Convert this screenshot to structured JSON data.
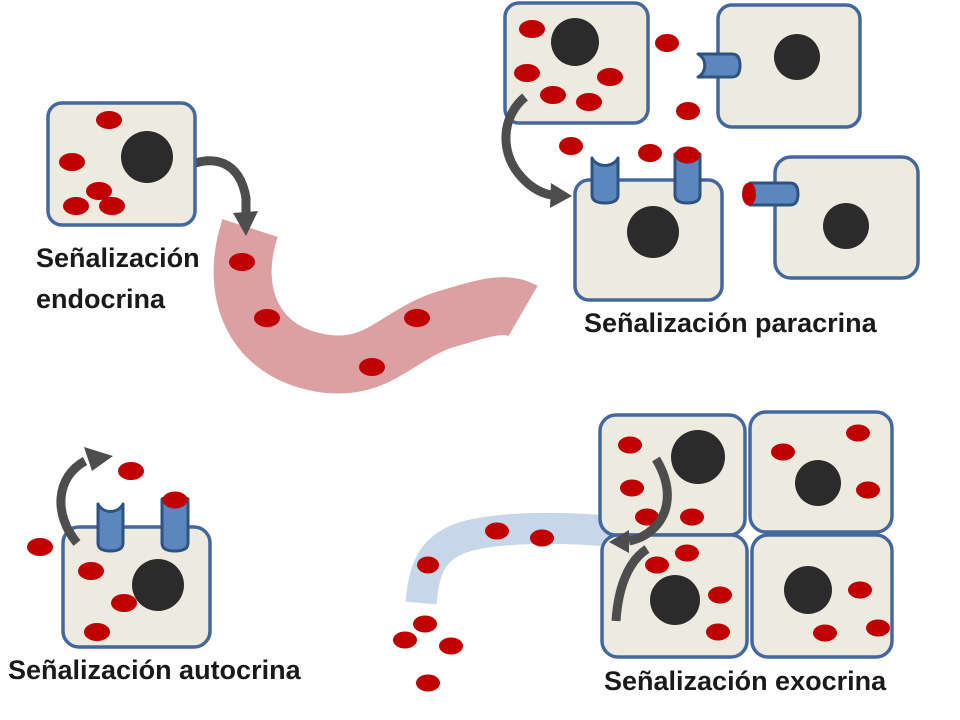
{
  "labels": {
    "endocrine": "Señalización\nendocrina",
    "paracrine": "Señalización paracrina",
    "autocrine": "Señalización autocrina",
    "exocrine": "Señalización exocrina"
  },
  "colors": {
    "background": "#FFFFFF",
    "cell_fill": "#EDEBE0",
    "cell_border": "#44689D",
    "nucleus": "#2B2B2B",
    "signal_molecule_red": "#C00000",
    "arrow_gray": "#4D4D4D",
    "blood_vessel_pink": "#DC9FA2",
    "duct_blue": "#C7D6E9",
    "receptor_fill": "#5C87BE",
    "receptor_border": "#2F5380"
  },
  "panels": [
    {
      "id": "endocrine",
      "label": "Señalización endocrina",
      "depicts": "secreting cell releasing red signal molecules via arrow into a pink blood vessel",
      "molecules_in_cell": 5,
      "molecules_in_vessel": 4
    },
    {
      "id": "paracrine",
      "label": "Señalización paracrina",
      "depicts": "secreting cell releasing molecules to nearby cells bearing blue receptors",
      "molecules_in_cell": 5,
      "molecules_floating": 4,
      "receptors": 4
    },
    {
      "id": "autocrine",
      "label": "Señalización autocrina",
      "depicts": "cell whose secreted molecules loop back onto its own surface receptors",
      "molecules_in_cell": 3,
      "molecules_outside": 2,
      "receptors": 2
    },
    {
      "id": "exocrine",
      "label": "Señalización exocrina",
      "depicts": "four gland cells secreting molecules into a light-blue duct that carries them away",
      "cells": 4,
      "molecules_in_duct": 3,
      "molecules_released": 4
    }
  ]
}
